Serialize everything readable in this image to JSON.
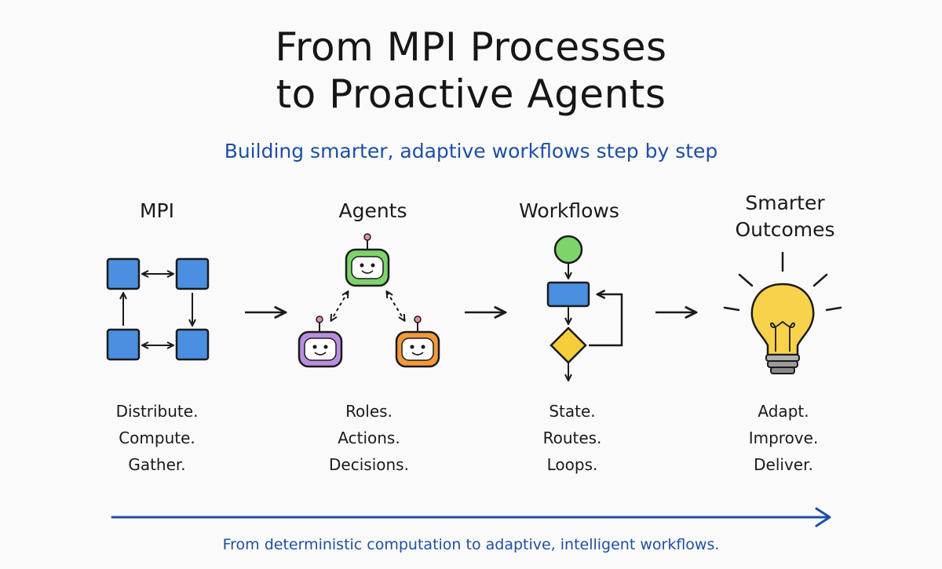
{
  "title": {
    "line1": "From MPI Processes",
    "line2": "to Proactive Agents"
  },
  "subtitle": "Building smarter, adaptive workflows step by step",
  "columns": [
    {
      "label": "MPI",
      "steps": [
        "Distribute.",
        "Compute.",
        "Gather."
      ],
      "icon": "mpi-grid-icon"
    },
    {
      "label": "Agents",
      "steps": [
        "Roles.",
        "Actions.",
        "Decisions."
      ],
      "icon": "robot-agents-icon"
    },
    {
      "label": "Workflows",
      "steps": [
        "State.",
        "Routes.",
        "Loops."
      ],
      "icon": "flowchart-icon"
    },
    {
      "label_line1": "Smarter",
      "label_line2": "Outcomes",
      "steps": [
        "Adapt.",
        "Improve.",
        "Deliver."
      ],
      "icon": "lightbulb-icon"
    }
  ],
  "footer": "From deterministic computation to adaptive, intelligent workflows.",
  "colors": {
    "accent_blue": "#1e4fa3",
    "box_blue": "#4a8fe0",
    "robot_green": "#7ed36b",
    "robot_purple": "#b98ee0",
    "robot_orange": "#f29a3a",
    "start_green": "#7ed36b",
    "decision_yellow": "#f6cd3a",
    "bulb_yellow": "#f7d24a"
  }
}
